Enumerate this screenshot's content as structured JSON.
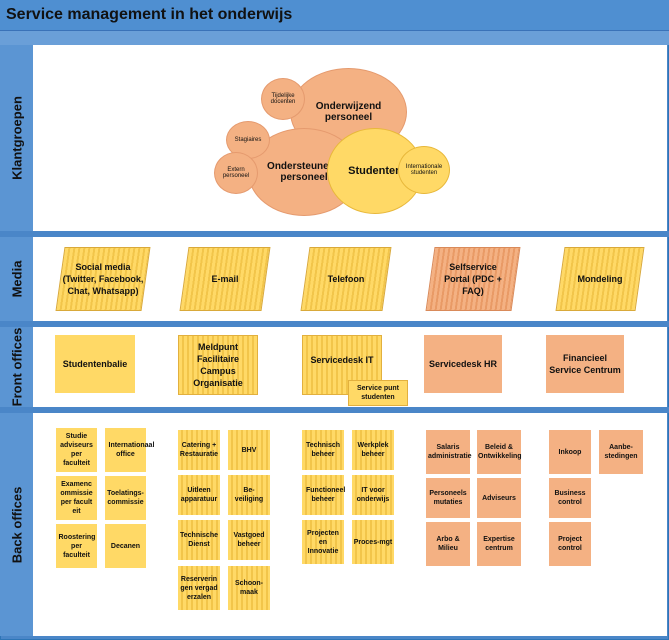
{
  "title": "Service management in het onderwijs",
  "lanes": {
    "klantgroepen": "Klantgroepen",
    "media": "Media",
    "front_offices": "Front offices",
    "back_offices": "Back offices"
  },
  "klantgroepen": {
    "onderwijzend": "Onderwijzend personeel",
    "tijdelijke": "Tijdelijke docenten",
    "stagiaires": "Stagiaires",
    "ondersteunend": "Ondersteunend personeel",
    "extern": "Extern personeel",
    "studenten": "Studenten",
    "internationale": "Internationale studenten"
  },
  "media": {
    "social": "Social media (Twitter, Facebook, Chat, Whatsapp)",
    "email": "E-mail",
    "telefoon": "Telefoon",
    "selfservice": "Selfservice Portal (PDC + FAQ)",
    "mondeling": "Mondeling"
  },
  "front_offices": {
    "studentenbalie": "Studentenbalie",
    "meldpunt": "Meldpunt Facilitaire Campus Organisatie",
    "servicedesk_it": "Servicedesk IT",
    "servicepunt": "Service punt studenten",
    "servicedesk_hr": "Servicedesk HR",
    "financieel": "Financieel Service Centrum"
  },
  "back_offices": {
    "studenten": [
      "Studie adviseurs per faculteit",
      "Internationaal office",
      "Examencommissie per faculteit",
      "Toelatings-commissie",
      "Roostering per faculteit",
      "Decanen"
    ],
    "facilitair": [
      "Catering + Restauratie",
      "BHV",
      "Uitleen apparatuur",
      "Be-veiliging",
      "Technische Dienst",
      "Vastgoed beheer",
      "Reserveringen vergaderzalen",
      "Schoon-maak"
    ],
    "it": [
      "Technisch beheer",
      "Werkplek beheer",
      "Functioneel beheer",
      "IT voor onderwijs",
      "Projecten en Innovatie",
      "Proces-mgt"
    ],
    "hr": [
      "Salaris administratie",
      "Beleid & Ontwikkeling",
      "Personeels mutaties",
      "Adviseurs",
      "Arbo & Milieu",
      "Expertise centrum"
    ],
    "fin": [
      "Inkoop",
      "Aanbe-stedingen",
      "Business control",
      "Project control"
    ]
  },
  "colors": {
    "lane": "#5b95d3",
    "peach": "#f4b183",
    "yellow": "#ffd966"
  }
}
